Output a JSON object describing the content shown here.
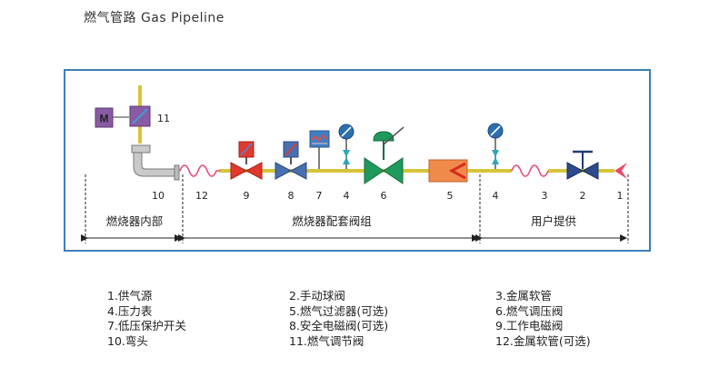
{
  "title": "燃气管路  Gas Pipeline",
  "colors": {
    "frame": "#3d7fb8",
    "pipe": "#d8c43a",
    "hose": "#e4477a",
    "red_valve": "#e03a2f",
    "blue_valve": "#4a6fb0",
    "green_valve": "#1f9a5a",
    "orange_filter": "#f08a4b",
    "purple": "#8a5aa5",
    "teal": "#2aa7b8"
  },
  "icons": {
    "motor_label": "M"
  },
  "diagram": {
    "numbers": [
      "10",
      "12",
      "9",
      "8",
      "7",
      "4",
      "6",
      "5",
      "4",
      "3",
      "2",
      "1"
    ],
    "label_11": "11",
    "sections": [
      "燃烧器内部",
      "燃烧器配套阀组",
      "用户提供"
    ]
  },
  "legend": {
    "col1": [
      "1.供气源",
      "4.压力表",
      "7.低压保护开关",
      "10.弯头"
    ],
    "col2": [
      "2.手动球阀",
      "5.燃气过滤器(可选)",
      "8.安全电磁阀(可选)",
      "11.燃气调节阀"
    ],
    "col3": [
      "3.金属软管",
      "6.燃气调压阀",
      "9.工作电磁阀",
      "12.金属软管(可选)"
    ]
  }
}
